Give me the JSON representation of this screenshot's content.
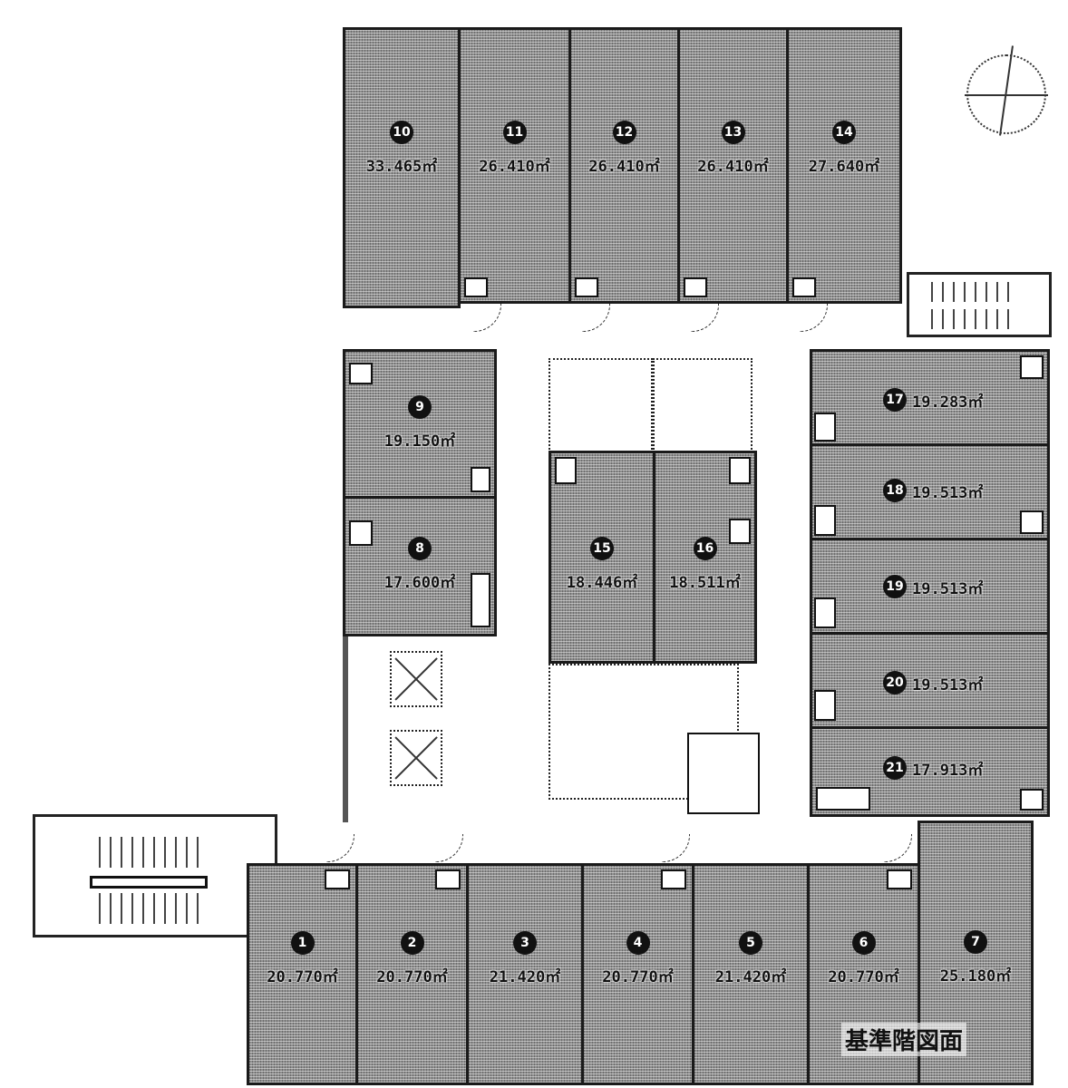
{
  "drawing": {
    "title": "基準階図面",
    "compass_icon": "north-arrow-icon"
  },
  "rooms": {
    "r1": {
      "number": "1",
      "area": "20.770㎡"
    },
    "r2": {
      "number": "2",
      "area": "20.770㎡"
    },
    "r3": {
      "number": "3",
      "area": "21.420㎡"
    },
    "r4": {
      "number": "4",
      "area": "20.770㎡"
    },
    "r5": {
      "number": "5",
      "area": "21.420㎡"
    },
    "r6": {
      "number": "6",
      "area": "20.770㎡"
    },
    "r7": {
      "number": "7",
      "area": "25.180㎡"
    },
    "r8": {
      "number": "8",
      "area": "17.600㎡"
    },
    "r9": {
      "number": "9",
      "area": "19.150㎡"
    },
    "r10": {
      "number": "10",
      "area": "33.465㎡"
    },
    "r11": {
      "number": "11",
      "area": "26.410㎡"
    },
    "r12": {
      "number": "12",
      "area": "26.410㎡"
    },
    "r13": {
      "number": "13",
      "area": "26.410㎡"
    },
    "r14": {
      "number": "14",
      "area": "27.640㎡"
    },
    "r15": {
      "number": "15",
      "area": "18.446㎡"
    },
    "r16": {
      "number": "16",
      "area": "18.511㎡"
    },
    "r17": {
      "number": "17",
      "area": "19.283㎡"
    },
    "r18": {
      "number": "18",
      "area": "19.513㎡"
    },
    "r19": {
      "number": "19",
      "area": "19.513㎡"
    },
    "r20": {
      "number": "20",
      "area": "19.513㎡"
    },
    "r21": {
      "number": "21",
      "area": "17.913㎡"
    }
  },
  "fixtures": {
    "elevators": 2,
    "stairs": [
      "west-stair",
      "northeast-stair"
    ],
    "restrooms": 2
  },
  "colors": {
    "room_fill": "#8f8f8f",
    "wall": "#1a1a1a",
    "corridor": "#ffffff"
  }
}
